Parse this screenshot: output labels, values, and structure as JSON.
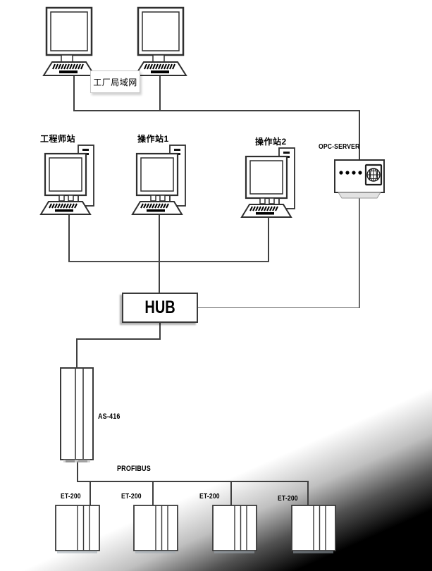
{
  "diagram": {
    "lan_box": {
      "label": "工厂局域网"
    },
    "stations": [
      {
        "label": "工程师站"
      },
      {
        "label": "操作站1"
      },
      {
        "label": "操作站2"
      }
    ],
    "opc_server": {
      "label": "OPC-SERVER"
    },
    "hub": {
      "label": "HUB"
    },
    "controller": {
      "label": "AS-416"
    },
    "fieldbus": {
      "label": "PROFIBUS"
    },
    "remote_io": [
      {
        "label": "ET-200"
      },
      {
        "label": "ET-200"
      },
      {
        "label": "ET-200"
      },
      {
        "label": "ET-200"
      }
    ],
    "icons": {
      "factory_pc": "desktop-computer-icon",
      "station": "workstation-tower-icon",
      "opc_server": "server-globe-icon",
      "controller": "plc-rack-icon",
      "remote_io": "io-module-icon"
    },
    "colors": {
      "line": "#3f3f3f",
      "background": "#ffffff",
      "corner_shadow": "#000000"
    }
  }
}
